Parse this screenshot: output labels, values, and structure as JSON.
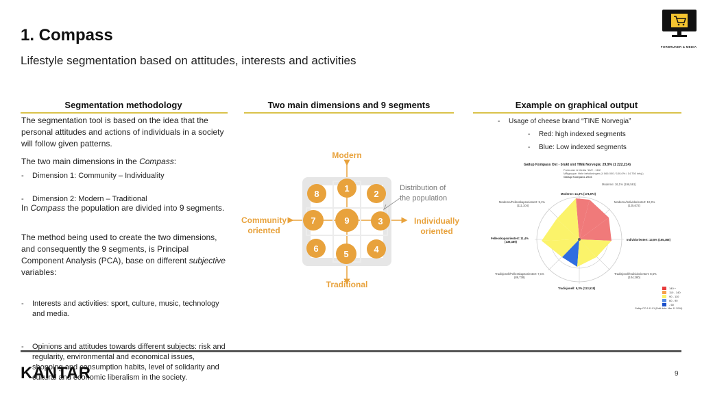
{
  "header": {
    "title": "1. Compass",
    "subtitle": "Lifestyle segmentation based on attitudes, interests and activities",
    "brand_label": "FORBRUKER & MEDIA",
    "brand_icon": "cart-monitor-icon"
  },
  "columns": {
    "left_heading": "Segmentation methodology",
    "middle_heading": "Two main dimensions and 9 segments",
    "right_heading": "Example on graphical output"
  },
  "left": {
    "p1": "The segmentation tool is based on the idea that the personal attitudes and actions of individuals in a society will follow given patterns.",
    "p2_pre": "The two main dimensions in the ",
    "p2_em": "Compass",
    "p2_post": ":",
    "dim1": "Dimension 1:  Community – Individuality",
    "dim2": "Dimension 2:  Modern – Traditional",
    "p3_pre": "In ",
    "p3_em": "Compass",
    "p3_post": " the population are divided into 9 segments.",
    "p4_pre": "The method being used to create the two dimensions, and consequently the 9 segments, is Principal Component Analysis (PCA), base on different ",
    "p4_em": "subjective",
    "p4_post": " variables:",
    "var1": "Interests and activities: sport, culture, music, technology and media.",
    "var2": "Opinions and attitudes towards different subjects: risk and regularity, environmental and economical issues, shopping and consumption habits, level of solidarity and cultural and economic liberalism in the society."
  },
  "diagram": {
    "top": "Modern",
    "bottom": "Traditional",
    "left1": "Community",
    "left2": "oriented",
    "right1": "Individually",
    "right2": "oriented",
    "annotation": "Distribution of the population",
    "segments": [
      "1",
      "2",
      "3",
      "4",
      "5",
      "6",
      "7",
      "8",
      "9"
    ],
    "accent_color": "#e8a23c"
  },
  "example": {
    "line1": "Usage of cheese brand “TINE Norvegia”",
    "line2": "Red: high indexed segments",
    "line3": "Blue: Low indexed segments",
    "chart_title": "Gallup Kompass Ost - brukt sist TINE Norvegia: 29,9% (1 222,214)",
    "chart_sub1": "Forbruker & Media '16/2 - 16/2",
    "chart_sub2": "Målgruppe: Hele befolkningen (4 066 000 / 100,0% / 14 750 intvj.)",
    "chart_sub3": "Gallup Kompass 2016",
    "labels": {
      "modern": "Moderne: 14,3% (174,973)",
      "modern_right": "Moderne: 16,1% (196,561)",
      "modern_fell": "Moderne/Fellesskapsorientert: 9,1%",
      "modern_fell_v": "(111,104)",
      "modern_ind": "Moderne/Individorientert: 10,3%",
      "modern_ind_v": "(125,672)",
      "fell": "Fellesskapsorientert: 11,4%",
      "fell_v": "(139,489)",
      "ind": "Individorientert: 13,5% (165,468)",
      "trad_fell": "Tradisjonell/Fellesskapsorientert: 7,1%",
      "trad_fell_v": "(86,738)",
      "trad_ind": "Tradisjonell/Individorientert: 8,5%",
      "trad_ind_v": "(104,280)",
      "trad": "Tradisjonell: 9,3% (113,518)",
      "footer": "Gallup PC 6.11.01 (Built date: Mar 11 2016)"
    },
    "legend": [
      "140 +",
      "110 - 140",
      "90 - 110",
      "60 - 90",
      "- 60"
    ],
    "legend_colors": [
      "#e83c3c",
      "#f6a04d",
      "#fbf36a",
      "#5a8ee6",
      "#1a4fc9"
    ]
  },
  "footer": {
    "logo": "KANTAR",
    "page": "9"
  }
}
